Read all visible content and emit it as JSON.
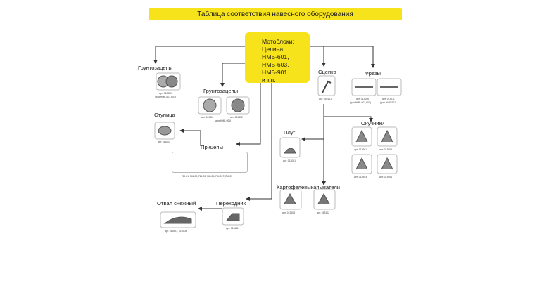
{
  "title": "Таблица соответствия навесного оборудования",
  "center": {
    "heading": "Мотоблоки:",
    "lines": [
      "Целина НМБ-601,",
      "НМБ-603,",
      "НМБ-901",
      "и т.п."
    ]
  },
  "nodes": {
    "gruntozacepy1": {
      "label": "Грунтозацепы",
      "art": "арт. 010110",
      "note": "(для НМБ-601,603)"
    },
    "gruntozacepy2": {
      "label": "Грунтозацепы",
      "art1": "арт. 010111",
      "art2": "арт. 010112",
      "note": "(для НМБ-901)"
    },
    "stupica": {
      "label": "Ступица",
      "art": "арт. 011003"
    },
    "pricepy": {
      "label": "Прицепы",
      "art": "ПМ-01, ПМ-02, ПМ-03, ПМ-04, ПМ-04Т, ПМ-05"
    },
    "otval": {
      "label": "Отвал снежный",
      "art": "арт. 013901, 013905"
    },
    "perehodnik": {
      "label": "Переходник",
      "art": "арт. 010611"
    },
    "scepka": {
      "label": "Сцепка",
      "art": "арт. 010101"
    },
    "frezy": {
      "label": "Фрезы",
      "art1": "арт. 013006",
      "note1": "(для НМБ-601,603)",
      "art2": "арт. 013211",
      "note2": "(для НМБ-901)"
    },
    "okuchniki": {
      "label": "Окучники",
      "arts": [
        "арт. 013901",
        "арт. 013902",
        "арт. 013903",
        "арт. 013904"
      ]
    },
    "plug": {
      "label": "Плуг",
      "art": "арт. 013001"
    },
    "kartofel": {
      "label": "Картофелевыкапыватели",
      "art1": "арт. 013104",
      "art2": "арт. 013102"
    }
  }
}
